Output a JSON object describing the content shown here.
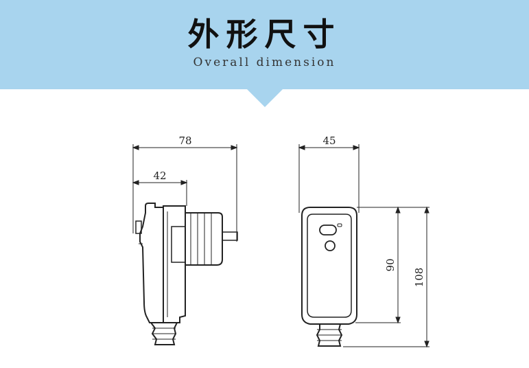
{
  "header": {
    "title": "外形尺寸",
    "subtitle": "Overall dimension"
  },
  "drawing": {
    "side_view": {
      "overall_width": "78",
      "body_width": "42"
    },
    "front_view": {
      "width": "45",
      "body_height": "90",
      "overall_height": "108"
    }
  },
  "colors": {
    "header_band": "#a8d4ee",
    "line": "#222222"
  }
}
